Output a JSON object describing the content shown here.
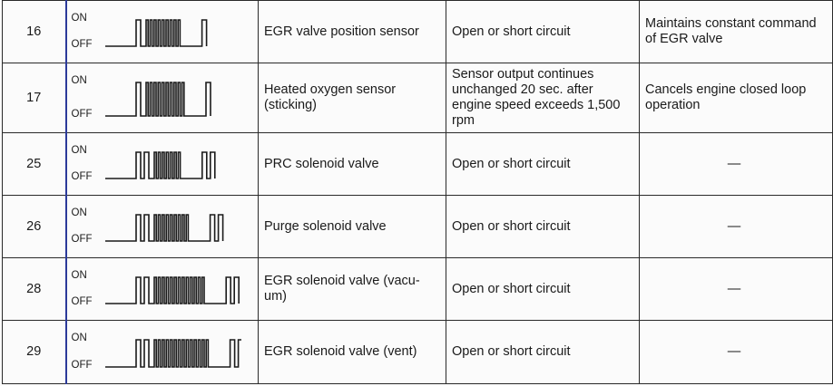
{
  "table": {
    "rows": [
      {
        "code": "16",
        "on": "ON",
        "off": "OFF",
        "item": "EGR valve position sensor",
        "condition": "Open or short circuit",
        "failsafe": "Maintains constant command of EGR valve",
        "pulse": {
          "lead": 1,
          "burst": 9,
          "trail": 1
        }
      },
      {
        "code": "17",
        "on": "ON",
        "off": "OFF",
        "item": "Heated oxygen sensor (sticking)",
        "condition": "Sensor output continues unchanged 20 sec. after engine speed exceeds 1,500 rpm",
        "failsafe": "Cancels engine closed loop operation",
        "pulse": {
          "lead": 1,
          "burst": 10,
          "trail": 1
        }
      },
      {
        "code": "25",
        "on": "ON",
        "off": "OFF",
        "item": "PRC solenoid valve",
        "condition": "Open or short circuit",
        "failsafe": "—",
        "pulse": {
          "lead": 2,
          "burst": 7,
          "trail": 2
        }
      },
      {
        "code": "26",
        "on": "ON",
        "off": "OFF",
        "item": "Purge solenoid valve",
        "condition": "Open or short circuit",
        "failsafe": "—",
        "pulse": {
          "lead": 2,
          "burst": 9,
          "trail": 2
        }
      },
      {
        "code": "28",
        "on": "ON",
        "off": "OFF",
        "item": "EGR solenoid valve (vacu- um)",
        "condition": "Open or short circuit",
        "failsafe": "—",
        "pulse": {
          "lead": 2,
          "burst": 13,
          "trail": 2
        }
      },
      {
        "code": "29",
        "on": "ON",
        "off": "OFF",
        "item": "EGR solenoid valve (vent)",
        "condition": "Open or short circuit",
        "failsafe": "—",
        "pulse": {
          "lead": 2,
          "burst": 14,
          "trail": 2
        }
      }
    ]
  }
}
